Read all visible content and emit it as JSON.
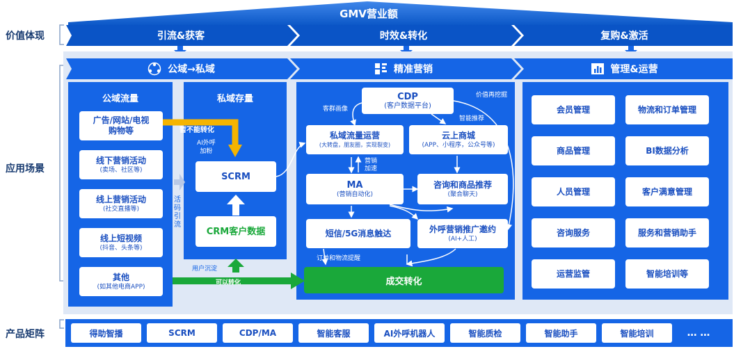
{
  "top_banner": "GMV营业额",
  "row_labels": {
    "value": "价值体现",
    "scenarios": "应用场景",
    "products": "产品矩阵"
  },
  "value_arrows": [
    "引流&获客",
    "时效&转化",
    "复购&激活"
  ],
  "scenario_arrows": [
    "公域→私域",
    "精准营销",
    "管理&运营"
  ],
  "icons": {
    "band1": "people-network-icon",
    "band2": "target-marketing-icon",
    "band3": "bar-chart-icon"
  },
  "public_traffic": {
    "title": "公域流量",
    "items": [
      {
        "title": "广告/网站/电视\n购物等",
        "sub": ""
      },
      {
        "title": "线下营销活动",
        "sub": "(卖场、社区等)"
      },
      {
        "title": "线上营销活动",
        "sub": "(社交直播等)"
      },
      {
        "title": "线上短视频",
        "sub": "(抖音、头条等)"
      },
      {
        "title": "其他",
        "sub": "(如其他电商APP)"
      }
    ]
  },
  "private_stock": {
    "title": "私域存量",
    "scrm": "SCRM",
    "crm": "CRM客户数据"
  },
  "flow_labels": {
    "cannot_convert": "暂不能转化",
    "ai_call": "AI外呼\n加粉",
    "live_code": "活\n码\n引\n流",
    "user_deposit": "用户沉淀",
    "can_convert": "可以转化"
  },
  "marketing": {
    "cdp_title": "CDP",
    "cdp_sub": "(客户数据平台)",
    "value_mining": "价值再挖掘",
    "group_portrait": "客群画像",
    "smart_recommend": "智能推荐",
    "private_ops_title": "私域流量运营",
    "private_ops_sub": "(大转盘，朋友圈，实现裂变)",
    "cloud_mall_title": "云上商城",
    "cloud_mall_sub": "(APP、小程序，公众号等)",
    "marketing_speed": "营销\n加速",
    "ma_title": "MA",
    "ma_sub": "(营销自动化)",
    "consult_title": "咨询和商品推荐",
    "consult_sub": "(聚合聊天)",
    "sms_title": "短信/5G消息触达",
    "outbound_title": "外呼营销推广邀约",
    "outbound_sub": "(AI+人工)",
    "order_reminder": "订单和物流提醒",
    "deal": "成交转化"
  },
  "management": [
    "会员管理",
    "物流和订单管理",
    "商品管理",
    "BI数据分析",
    "人员管理",
    "客户满意管理",
    "咨询服务",
    "服务和营销助手",
    "运营监管",
    "智能培训等"
  ],
  "products": [
    "得助智播",
    "SCRM",
    "CDP/MA",
    "智能客服",
    "AI外呼机器人",
    "智能质检",
    "智能助手",
    "智能培训",
    "… …"
  ],
  "colors": {
    "dark_blue": "#0a54c6",
    "panel_blue": "#1565e6",
    "light_bg": "#dfe8f6",
    "green": "#1aa83a",
    "orange": "#f5b400"
  }
}
